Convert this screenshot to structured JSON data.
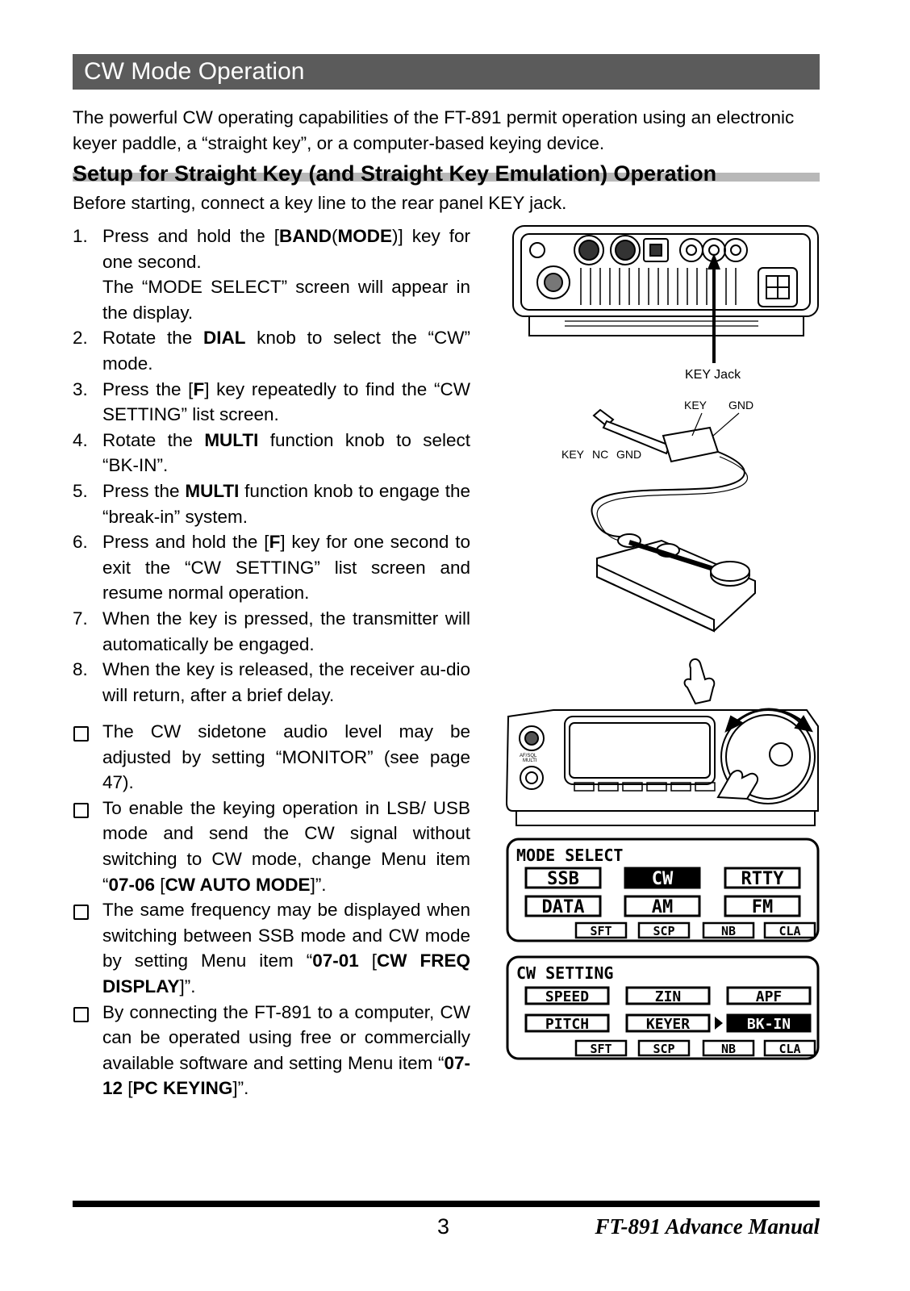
{
  "header": {
    "title": "CW Mode Operation"
  },
  "intro": "The powerful CW operating capabilities of the FT-891 permit operation using an electronic keyer paddle, a “straight key”, or a computer-based keying device.",
  "section": {
    "heading": "Setup for Straight Key (and Straight Key Emulation) Operation",
    "before": "Before starting, connect a key line to the rear panel KEY jack."
  },
  "steps": [
    {
      "num": "1.",
      "a": "Press and hold the [",
      "b1": "BAND",
      "c": "(",
      "b2": "MODE",
      "d": ")] key for one second.",
      "e": "The “MODE SELECT” screen will appear in the display."
    },
    {
      "num": "2.",
      "a": "Rotate the ",
      "b1": "DIAL",
      "c": " knob to select the “CW” mode."
    },
    {
      "num": "3.",
      "a": "Press the [",
      "b1": "F",
      "c": "] key repeatedly to find the “CW SETTING” list screen."
    },
    {
      "num": "4.",
      "a": "Rotate the ",
      "b1": "MULTI",
      "c": " function knob to select “BK-IN”."
    },
    {
      "num": "5.",
      "a": "Press the ",
      "b1": "MULTI",
      "c": " function knob to engage the “break-in” system."
    },
    {
      "num": "6.",
      "a": "Press and hold the [",
      "b1": "F",
      "c": "] key for one second to exit the “CW SETTING” list screen and resume normal operation."
    },
    {
      "num": "7.",
      "a": "When the key is pressed, the transmitter will automatically be engaged."
    },
    {
      "num": "8.",
      "a": "When the key is released, the receiver au-dio will return, after a brief delay."
    }
  ],
  "notes": [
    {
      "a": "The CW sidetone audio level may be adjusted by setting “MONITOR” (see page 47)."
    },
    {
      "a": "To enable the keying operation in LSB/ USB mode and send the CW signal without switching to CW mode, change Menu item “",
      "b1": "07-06",
      "c": " [",
      "b2": "CW AUTO MODE",
      "d": "]”."
    },
    {
      "a": "The same frequency may be displayed when switching between SSB mode and CW mode by setting Menu item “",
      "b1": "07-01",
      "c": " [",
      "b2": "CW FREQ DISPLAY",
      "d": "]”."
    },
    {
      "a": "By connecting the FT-891 to a computer, CW can be operated using free or commercially available software and setting Menu item “",
      "b1": "07-12",
      "c": " [",
      "b2": "PC KEYING",
      "d": "]”."
    }
  ],
  "figure": {
    "key_jack_label": "KEY Jack",
    "plug_key": "KEY",
    "plug_gnd": "GND",
    "plug_pins": [
      "KEY",
      "NC",
      "GND"
    ],
    "knob_label": "AF/SQL",
    "knob_sublabel": "MULTI"
  },
  "mode_select": {
    "title": "MODE SELECT",
    "modes": [
      "SSB",
      "CW",
      "RTTY",
      "DATA",
      "AM",
      "FM"
    ],
    "selected": "CW",
    "soft_keys": [
      "SFT",
      "SCP",
      "NB",
      "CLA"
    ]
  },
  "cw_setting": {
    "title": "CW SETTING",
    "items": [
      "SPEED",
      "ZIN",
      "APF",
      "PITCH",
      "KEYER",
      "BK-IN"
    ],
    "selected": "BK-IN",
    "soft_keys": [
      "SFT",
      "SCP",
      "NB",
      "CLA"
    ]
  },
  "footer": {
    "page": "3",
    "manual": "FT-891 Advance Manual"
  }
}
